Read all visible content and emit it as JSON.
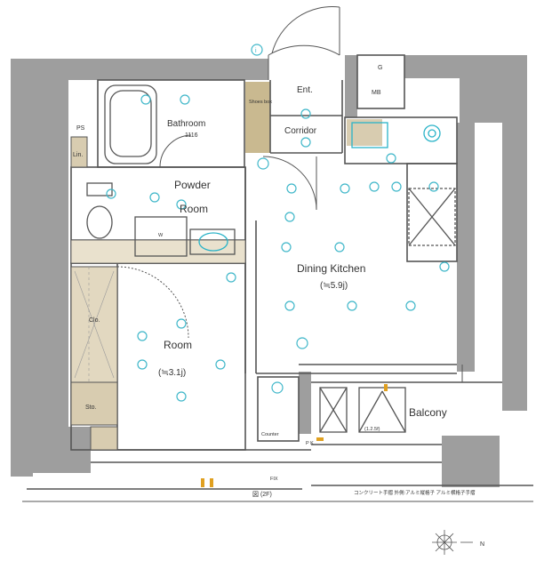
{
  "labels": {
    "ps": "PS",
    "lin": "Lin.",
    "bathroom": "Bathroom",
    "bath_size": "1116",
    "shoes_box": "Shoes box",
    "ent": "Ent.",
    "corridor": "Corridor",
    "mb": "MB",
    "g_meter": "G",
    "powder_room_1": "Powder",
    "powder_room_2": "Room",
    "washer": "W",
    "dining_kitchen": "Dining Kitchen",
    "dk_size": "(≒5.9j)",
    "room": "Room",
    "room_size": "(≒3.1j)",
    "clo": "Clo.",
    "shoes_in": "Sto.",
    "counter": "Counter",
    "balcony": "Balcony",
    "outdoor_unit": "(1.2.5f)",
    "floor_note": "図 (2F)",
    "fix": "FIX",
    "railing_note": "コンクリート手摺 外側:アルミ縦格子 アルミ横格子手摺",
    "pk": "P K",
    "info_i": "i",
    "north": "N"
  },
  "colors": {
    "wall": "#9e9e9e",
    "wall_dark": "#7c7c7c",
    "line": "#555555",
    "fixture": "#2ab3c8",
    "storage": "#d8ccb0",
    "light_icon": "#3fb7c9",
    "accent": "#e0a020"
  },
  "icons": [
    "ceiling-light-icon",
    "outlet-icon",
    "compass-icon"
  ]
}
